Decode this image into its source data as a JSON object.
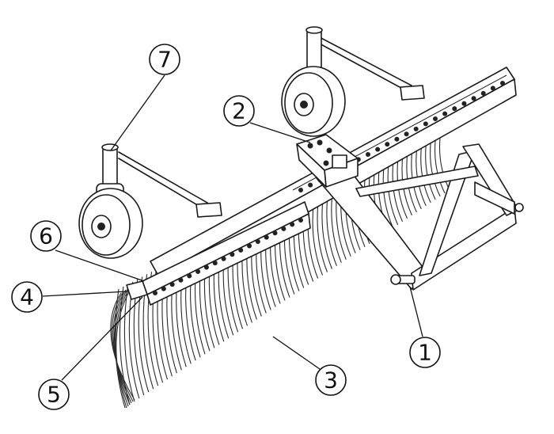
{
  "diagram": {
    "callouts": [
      {
        "label": "1",
        "part": "hitch-pin"
      },
      {
        "label": "2",
        "part": "swivel-plate"
      },
      {
        "label": "3",
        "part": "rake-tines"
      },
      {
        "label": "4",
        "part": "tine-mounting-bar"
      },
      {
        "label": "5",
        "part": "tine-end"
      },
      {
        "label": "6",
        "part": "frame-end"
      },
      {
        "label": "7",
        "part": "gauge-wheel"
      }
    ]
  }
}
